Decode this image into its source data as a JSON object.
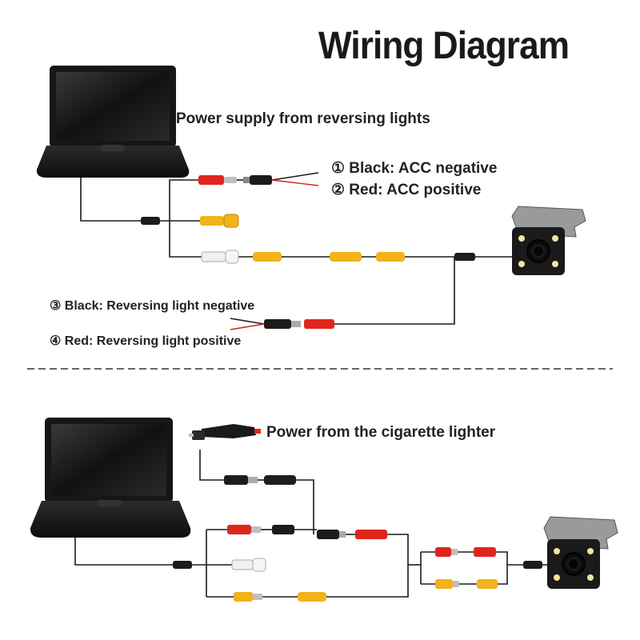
{
  "title": "Wiring Diagram",
  "top": {
    "heading": "Power supply from reversing lights",
    "acc_black": "① Black: ACC negative",
    "acc_red": "② Red: ACC positive",
    "rev_black": "③ Black: Reversing light negative",
    "rev_red": "④ Red: Reversing light positive"
  },
  "bottom": {
    "heading": "Power from the cigarette lighter"
  },
  "colors": {
    "wire": "#1a1a1a",
    "red_plug": "#e0261c",
    "yellow_plug": "#f2b21a",
    "white_plug": "#f2f2f2",
    "black_plug": "#1c1c1c",
    "red_wire": "#d22020"
  }
}
